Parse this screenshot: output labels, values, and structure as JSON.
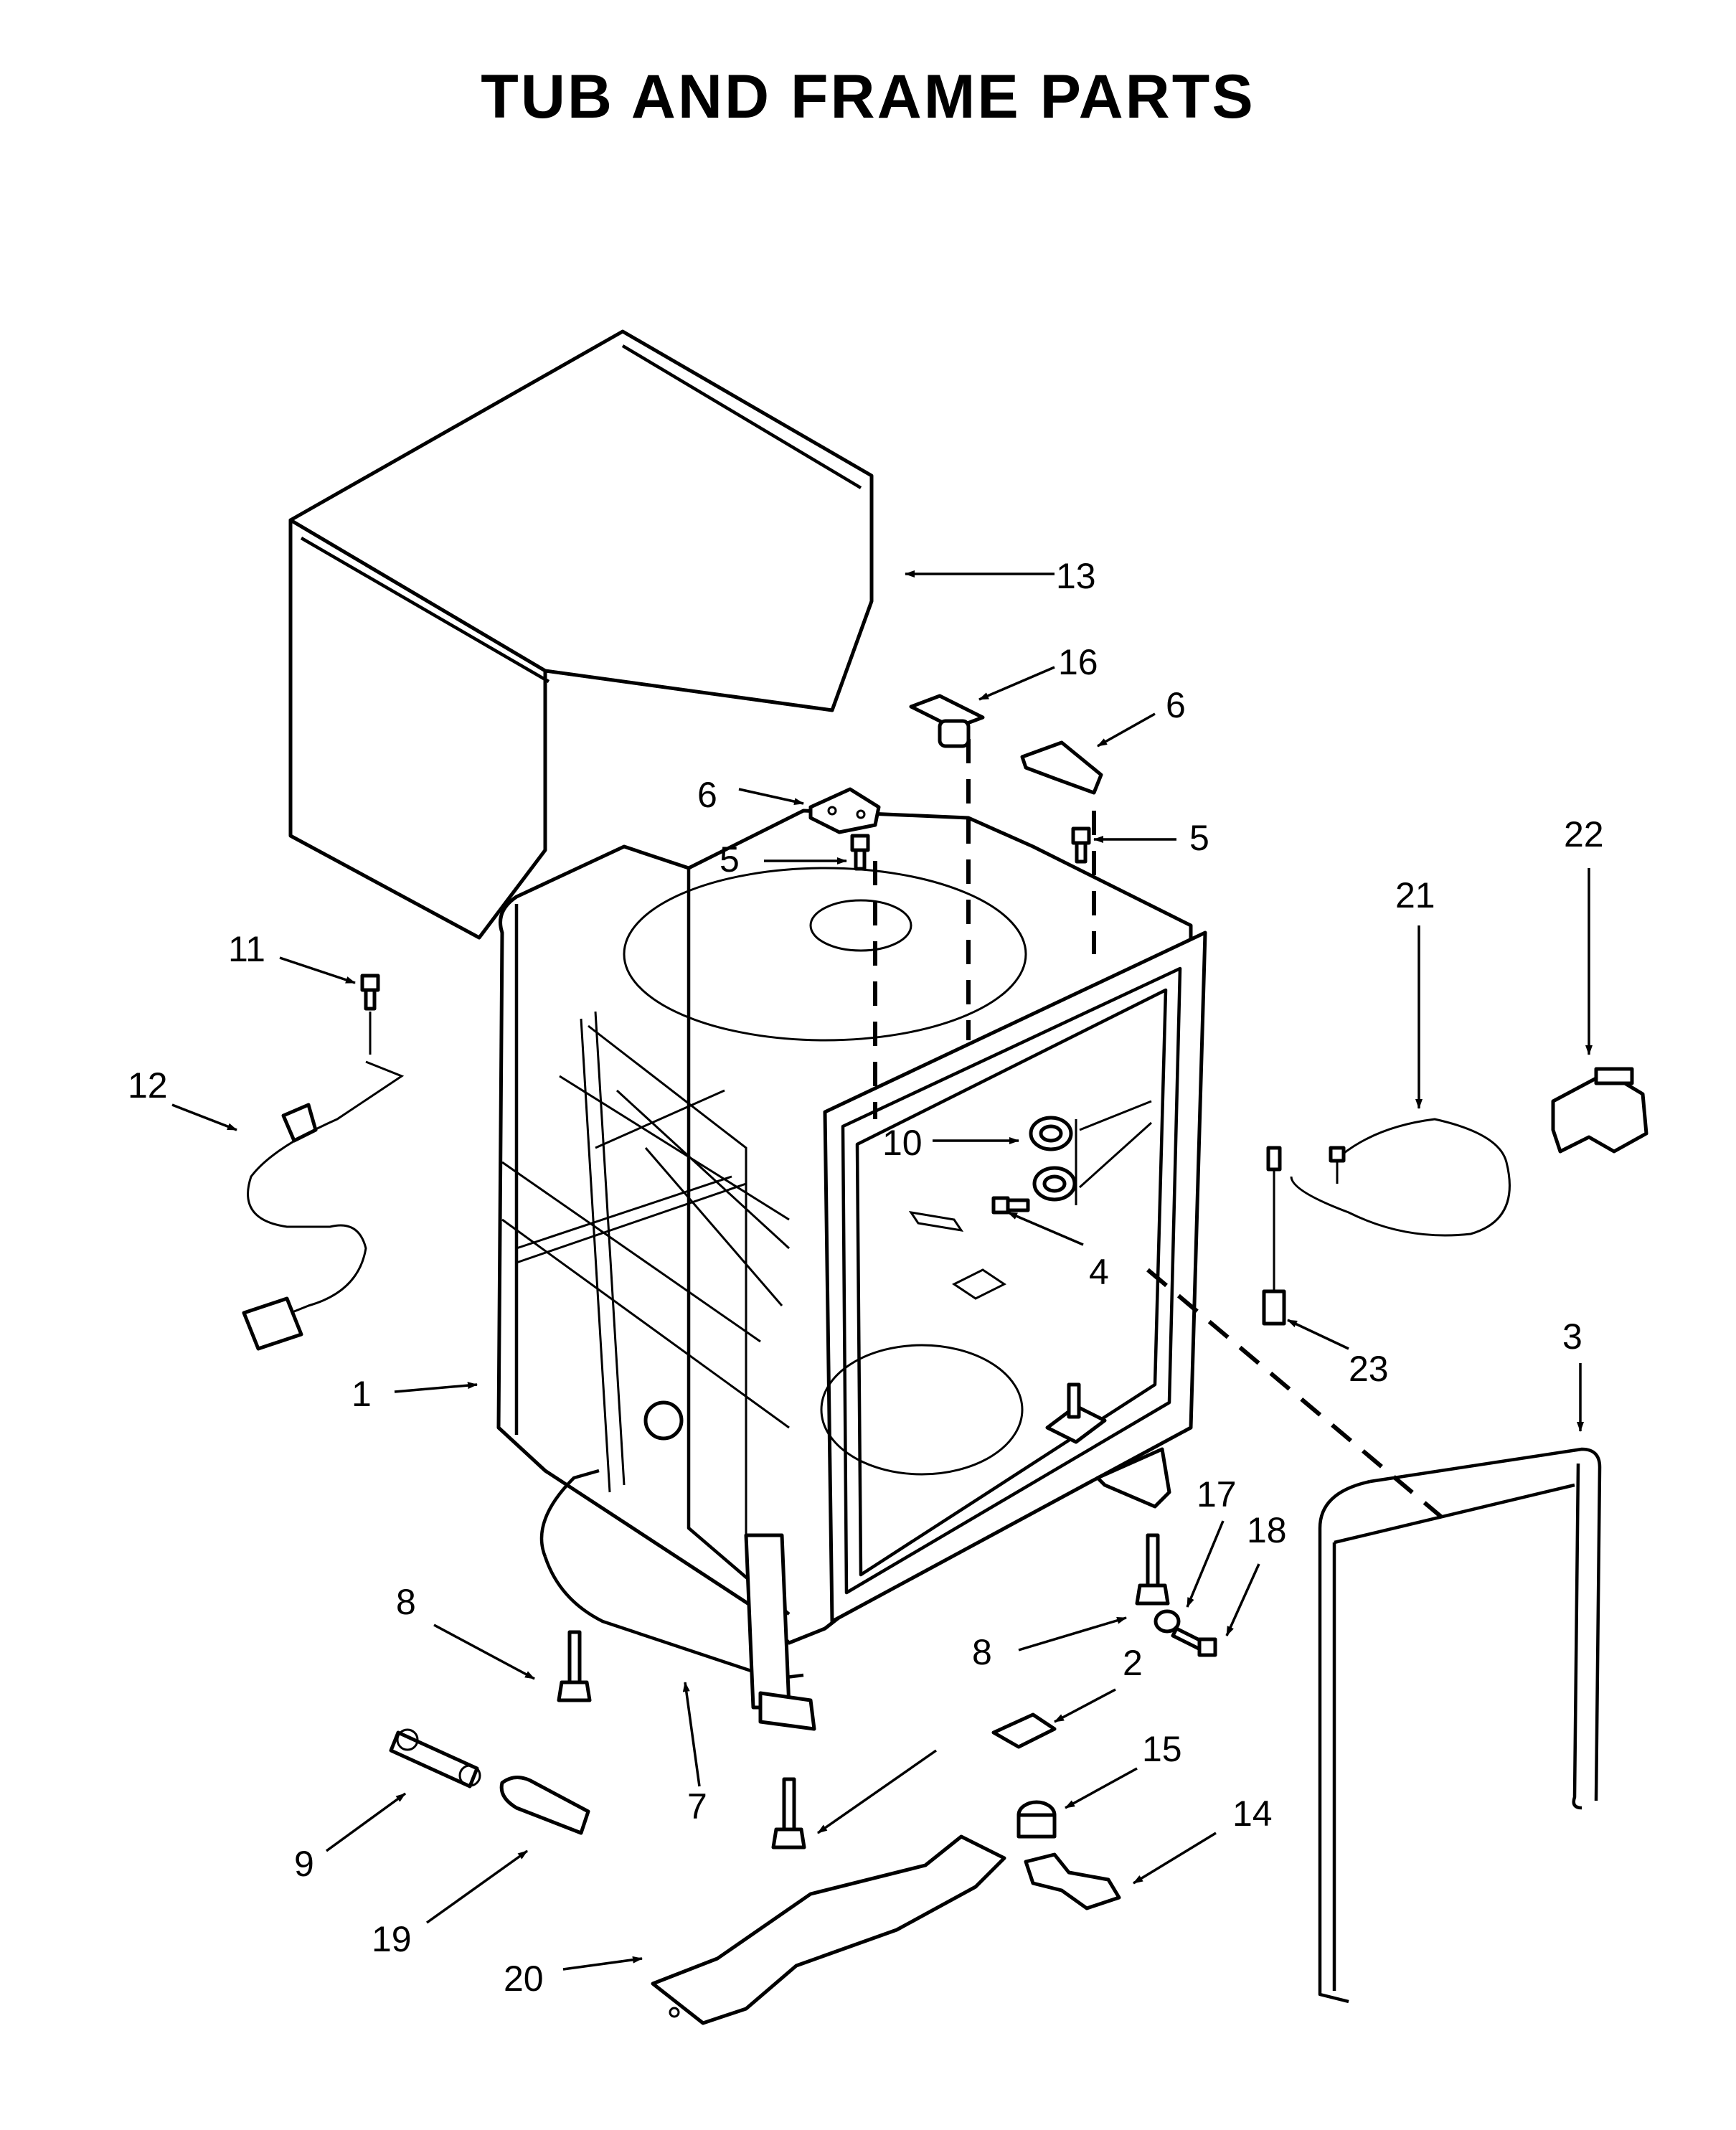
{
  "title": "TUB AND FRAME PARTS",
  "callouts": [
    {
      "id": "c13a",
      "label": "13"
    },
    {
      "id": "c16",
      "label": "16"
    },
    {
      "id": "c6a",
      "label": "6"
    },
    {
      "id": "c6b",
      "label": "6"
    },
    {
      "id": "c5a",
      "label": "5"
    },
    {
      "id": "c5b",
      "label": "5"
    },
    {
      "id": "c22",
      "label": "22"
    },
    {
      "id": "c21",
      "label": "21"
    },
    {
      "id": "c11",
      "label": "11"
    },
    {
      "id": "c12",
      "label": "12"
    },
    {
      "id": "c10",
      "label": "10"
    },
    {
      "id": "c4",
      "label": "4"
    },
    {
      "id": "c3",
      "label": "3"
    },
    {
      "id": "c23",
      "label": "23"
    },
    {
      "id": "c1",
      "label": "1"
    },
    {
      "id": "c17",
      "label": "17"
    },
    {
      "id": "c18",
      "label": "18"
    },
    {
      "id": "c8a",
      "label": "8"
    },
    {
      "id": "c8b",
      "label": "8"
    },
    {
      "id": "c2",
      "label": "2"
    },
    {
      "id": "c15",
      "label": "15"
    },
    {
      "id": "c14",
      "label": "14"
    },
    {
      "id": "c9",
      "label": "9"
    },
    {
      "id": "c7",
      "label": "7"
    },
    {
      "id": "c19",
      "label": "19"
    },
    {
      "id": "c20",
      "label": "20"
    }
  ]
}
